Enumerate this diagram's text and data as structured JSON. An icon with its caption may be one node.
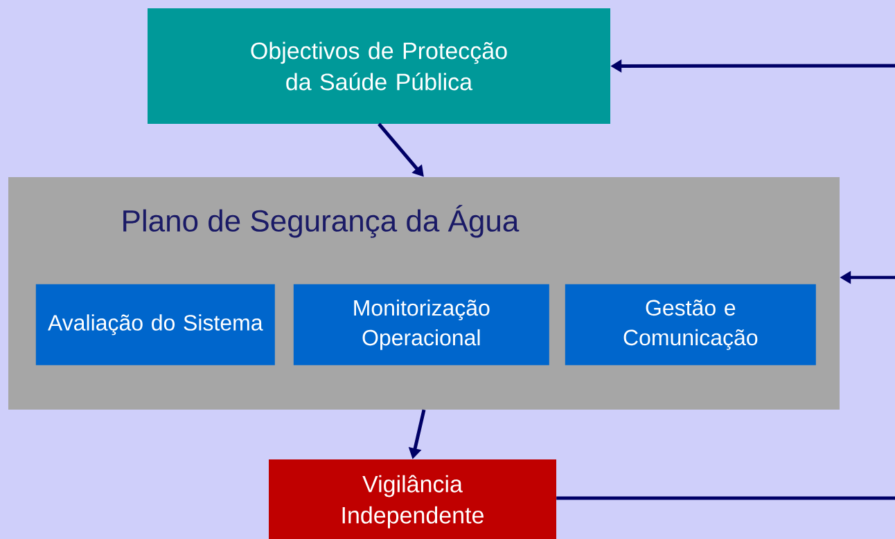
{
  "diagram": {
    "nodes": [
      {
        "text": [
          "Objectivos de Protecção da Saúde Pública"
        ]
      },
      {
        "text": [
          "Plano de Segurança da Água"
        ]
      },
      {
        "text": [
          "Avaliação do Sistema"
        ],
        "in": 1
      },
      {
        "text": [
          "Monitorização Operacional"
        ],
        "in": 1
      },
      {
        "text": [
          "Gestão e Comunicação"
        ],
        "in": 1
      },
      {
        "text": [
          "Vigilância Independente"
        ]
      }
    ],
    "edges": [
      {
        "from": 0,
        "to": 1,
        "arrow": "to"
      },
      {
        "from": 1,
        "to": 5,
        "arrow": "to"
      },
      {
        "from": 5,
        "to": null,
        "arrow": "none"
      },
      {
        "from": null,
        "to": 1,
        "arrow": "to"
      },
      {
        "from": null,
        "to": 0,
        "arrow": "to"
      }
    ]
  }
}
